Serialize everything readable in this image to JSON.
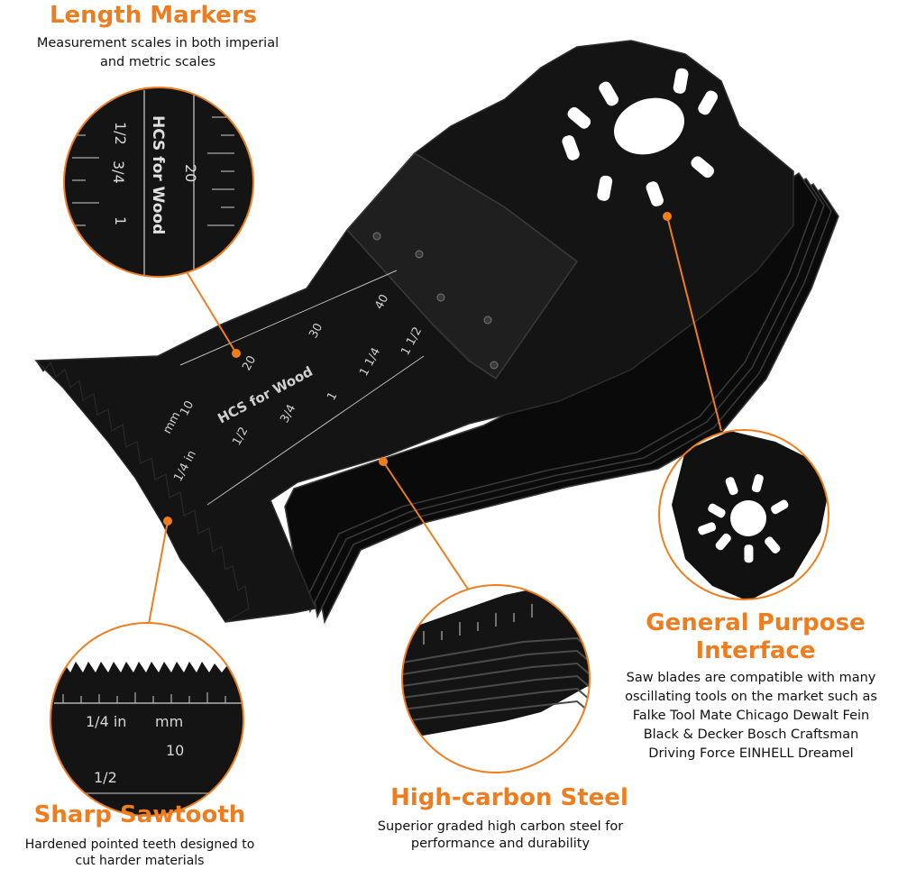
{
  "features": {
    "length_markers": {
      "title": "Length Markers",
      "desc": [
        "Measurement scales in both imperial",
        "and metric scales"
      ]
    },
    "general_purpose": {
      "title_lines": [
        "General Purpose",
        "Interface"
      ],
      "desc": [
        "Saw blades are compatible with many",
        "oscillating tools on the market such as",
        "Falke Tool Mate Chicago Dewalt Fein",
        "Black & Decker Bosch Craftsman",
        "Driving Force EINHELL Dreamel"
      ]
    },
    "sharp_sawtooth": {
      "title": "Sharp Sawtooth",
      "desc": [
        "Hardened pointed teeth designed to",
        "cut harder materials"
      ]
    },
    "high_carbon": {
      "title": "High-carbon Steel",
      "desc": [
        "Superior graded high carbon steel for",
        "performance and durability"
      ]
    }
  },
  "blade_markings": {
    "brand_text": "HCS for Wood",
    "inch_labels": [
      "1/4 in",
      "1/2",
      "3/4",
      "1",
      "1 1/4",
      "1 1/2"
    ],
    "mm_labels": [
      "mm",
      "10",
      "20",
      "30",
      "40"
    ]
  },
  "zoom_markings": {
    "top_left": [
      "1/2",
      "3/4",
      "1",
      "20",
      "HCS for Wood"
    ],
    "bottom_left": [
      "1/4 in",
      "mm",
      "10",
      "1/2"
    ]
  },
  "colors": {
    "accent": "#ee7d1f",
    "blade": "#141414",
    "text": "#111111"
  }
}
